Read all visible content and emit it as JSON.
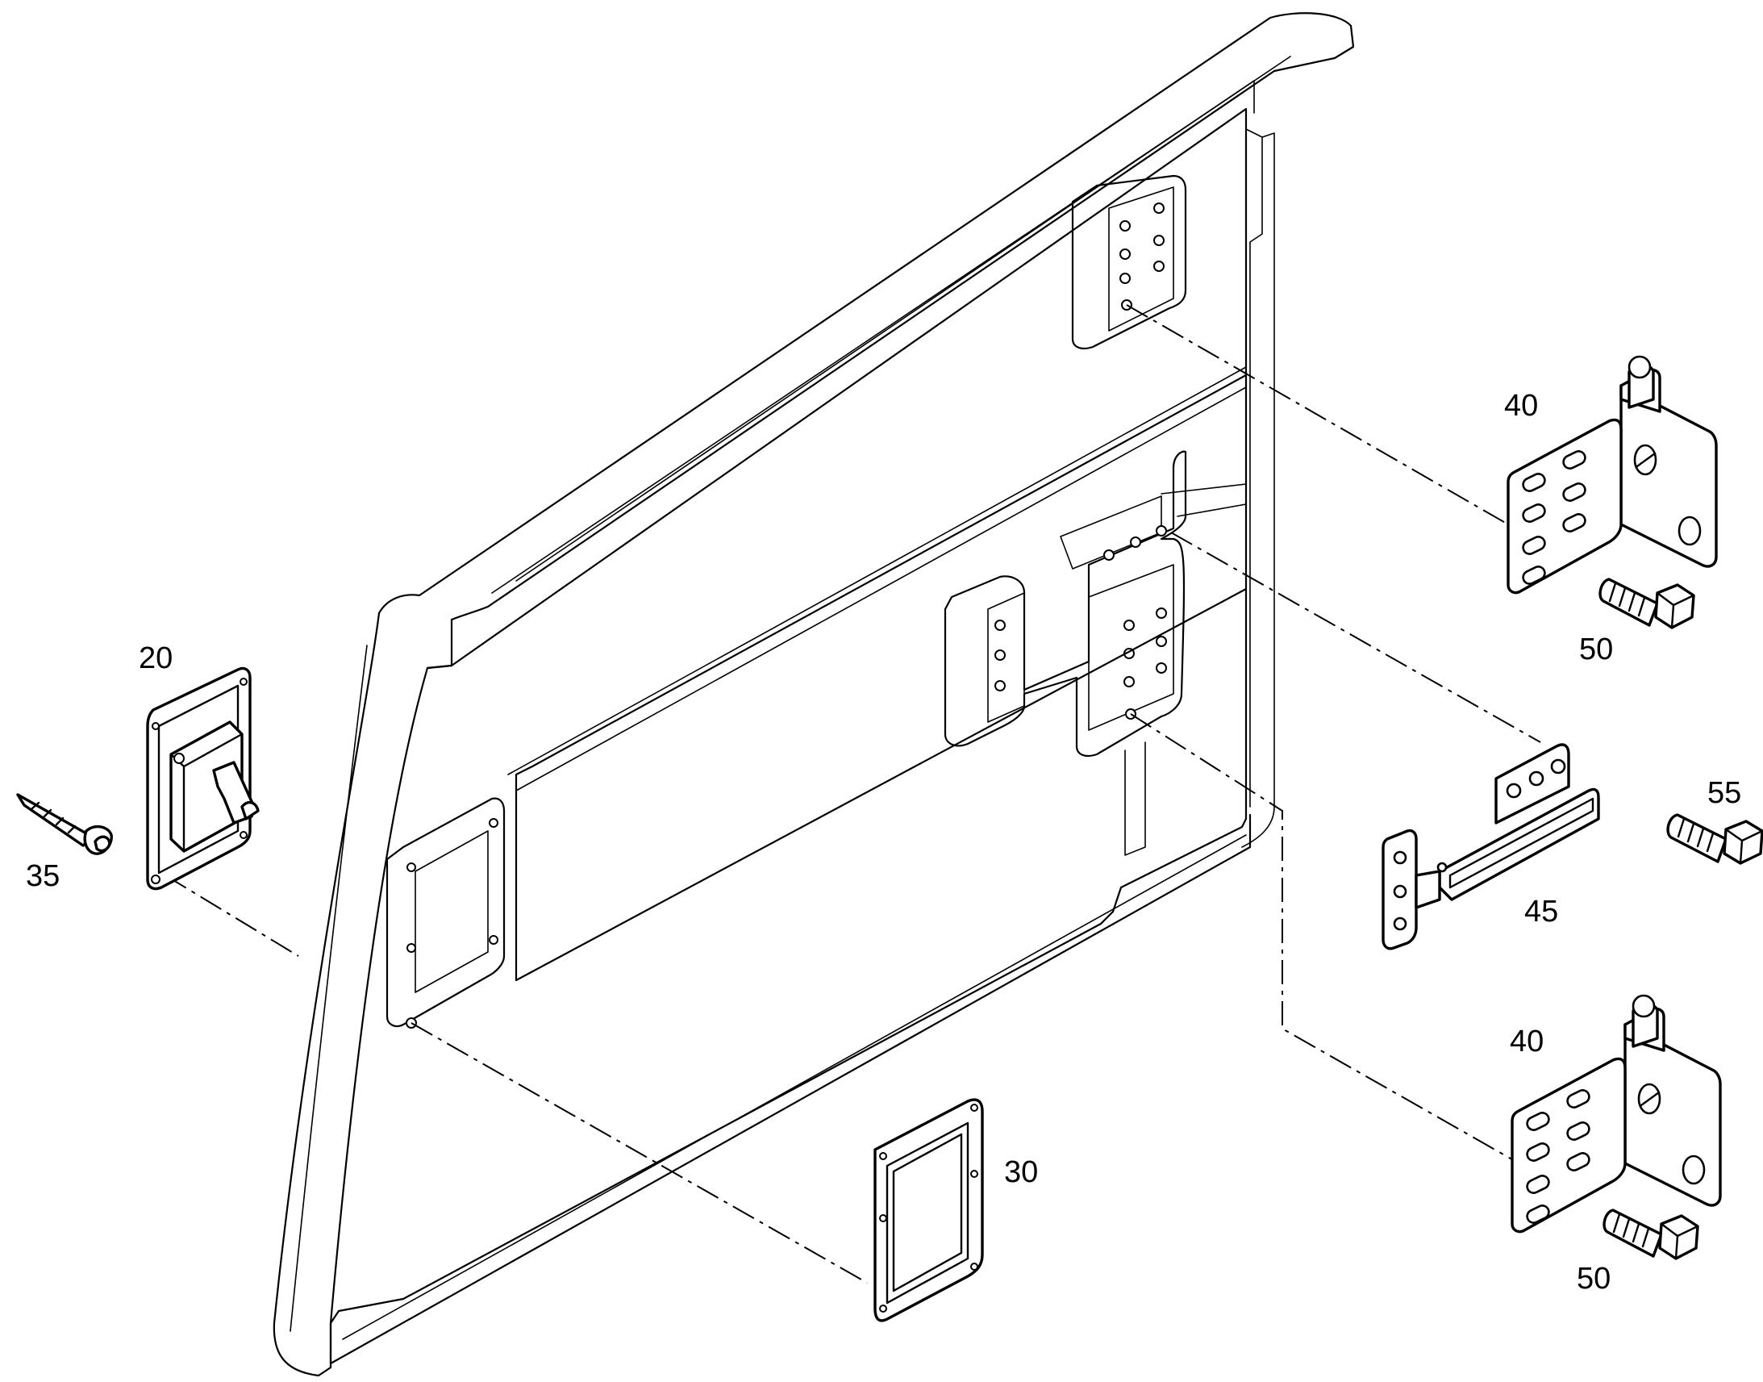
{
  "diagram": {
    "type": "exploded-parts-diagram",
    "callouts": {
      "c20": "20",
      "c30": "30",
      "c35": "35",
      "c40_top": "40",
      "c40_bottom": "40",
      "c45": "45",
      "c50_top": "50",
      "c50_bottom": "50",
      "c55": "55"
    }
  }
}
